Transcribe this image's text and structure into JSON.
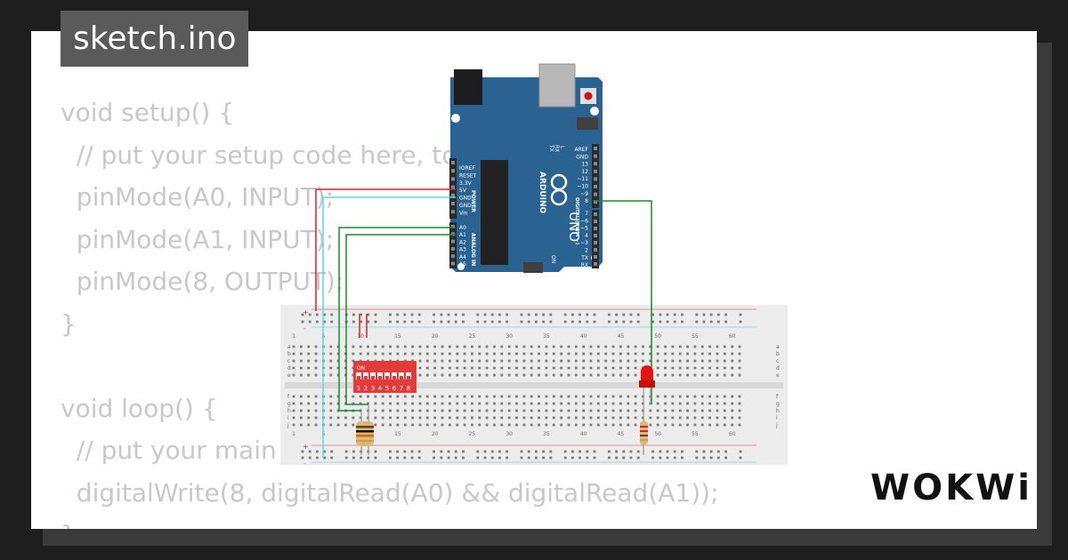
{
  "tab": {
    "title": "sketch.ino"
  },
  "code": {
    "lines": [
      "void setup() {",
      "  // put your setup code here, to run once:",
      "  pinMode(A0, INPUT);",
      "  pinMode(A1, INPUT);",
      "  pinMode(8, OUTPUT);",
      "}",
      "",
      "void loop() {",
      "  // put your main code here, to run repeatedly:",
      "  digitalWrite(8, digitalRead(A0) && digitalRead(A1));",
      "}"
    ]
  },
  "brand": {
    "logo": "WOKWi"
  },
  "arduino": {
    "brand": "ARDUINO",
    "model": "UNO",
    "power_header": [
      "IOREF",
      "RESET",
      "3.3V",
      "5V",
      "GND",
      "GND",
      "Vin"
    ],
    "power_label": "POWER",
    "analog_header": [
      "A0",
      "A1",
      "A2",
      "A3",
      "A4",
      "A5"
    ],
    "analog_label": "ANALOG IN",
    "digital_top": [
      "AREF",
      "GND",
      "13",
      "12",
      "~11",
      "~10",
      "~9",
      "8"
    ],
    "digital_bottom": [
      "7",
      "~6",
      "~5",
      "4",
      "~3",
      "2",
      "TX",
      "RX"
    ],
    "digital_label": "DIGITAL (PWM ~)",
    "led_labels": [
      "L",
      "TX",
      "RX"
    ],
    "on_label": "ON"
  },
  "breadboard": {
    "column_numbers": [
      "1",
      "5",
      "10",
      "15",
      "20",
      "25",
      "30",
      "35",
      "40",
      "45",
      "50",
      "55",
      "60"
    ],
    "row_letters_top": [
      "a",
      "b",
      "c",
      "d",
      "e"
    ],
    "row_letters_bottom": [
      "f",
      "g",
      "h",
      "i",
      "j"
    ],
    "rail_plus": "+",
    "rail_minus": "-"
  },
  "dip_switch": {
    "on_label": "ON",
    "numbers": [
      "1",
      "2",
      "3",
      "4",
      "5",
      "6",
      "7",
      "8"
    ]
  },
  "colors": {
    "background": "#1e1e1e",
    "card": "#ffffff",
    "code_text": "#c8c8c8",
    "tab": "#5a5a5a",
    "arduino_blue": "#2a6391",
    "breadboard": "#ececec",
    "wire_red": "#e02020",
    "wire_cyan": "#5fd6e6",
    "wire_green": "#1a8a2a",
    "dip_red": "#e53a3a",
    "led_red": "#e41414"
  }
}
